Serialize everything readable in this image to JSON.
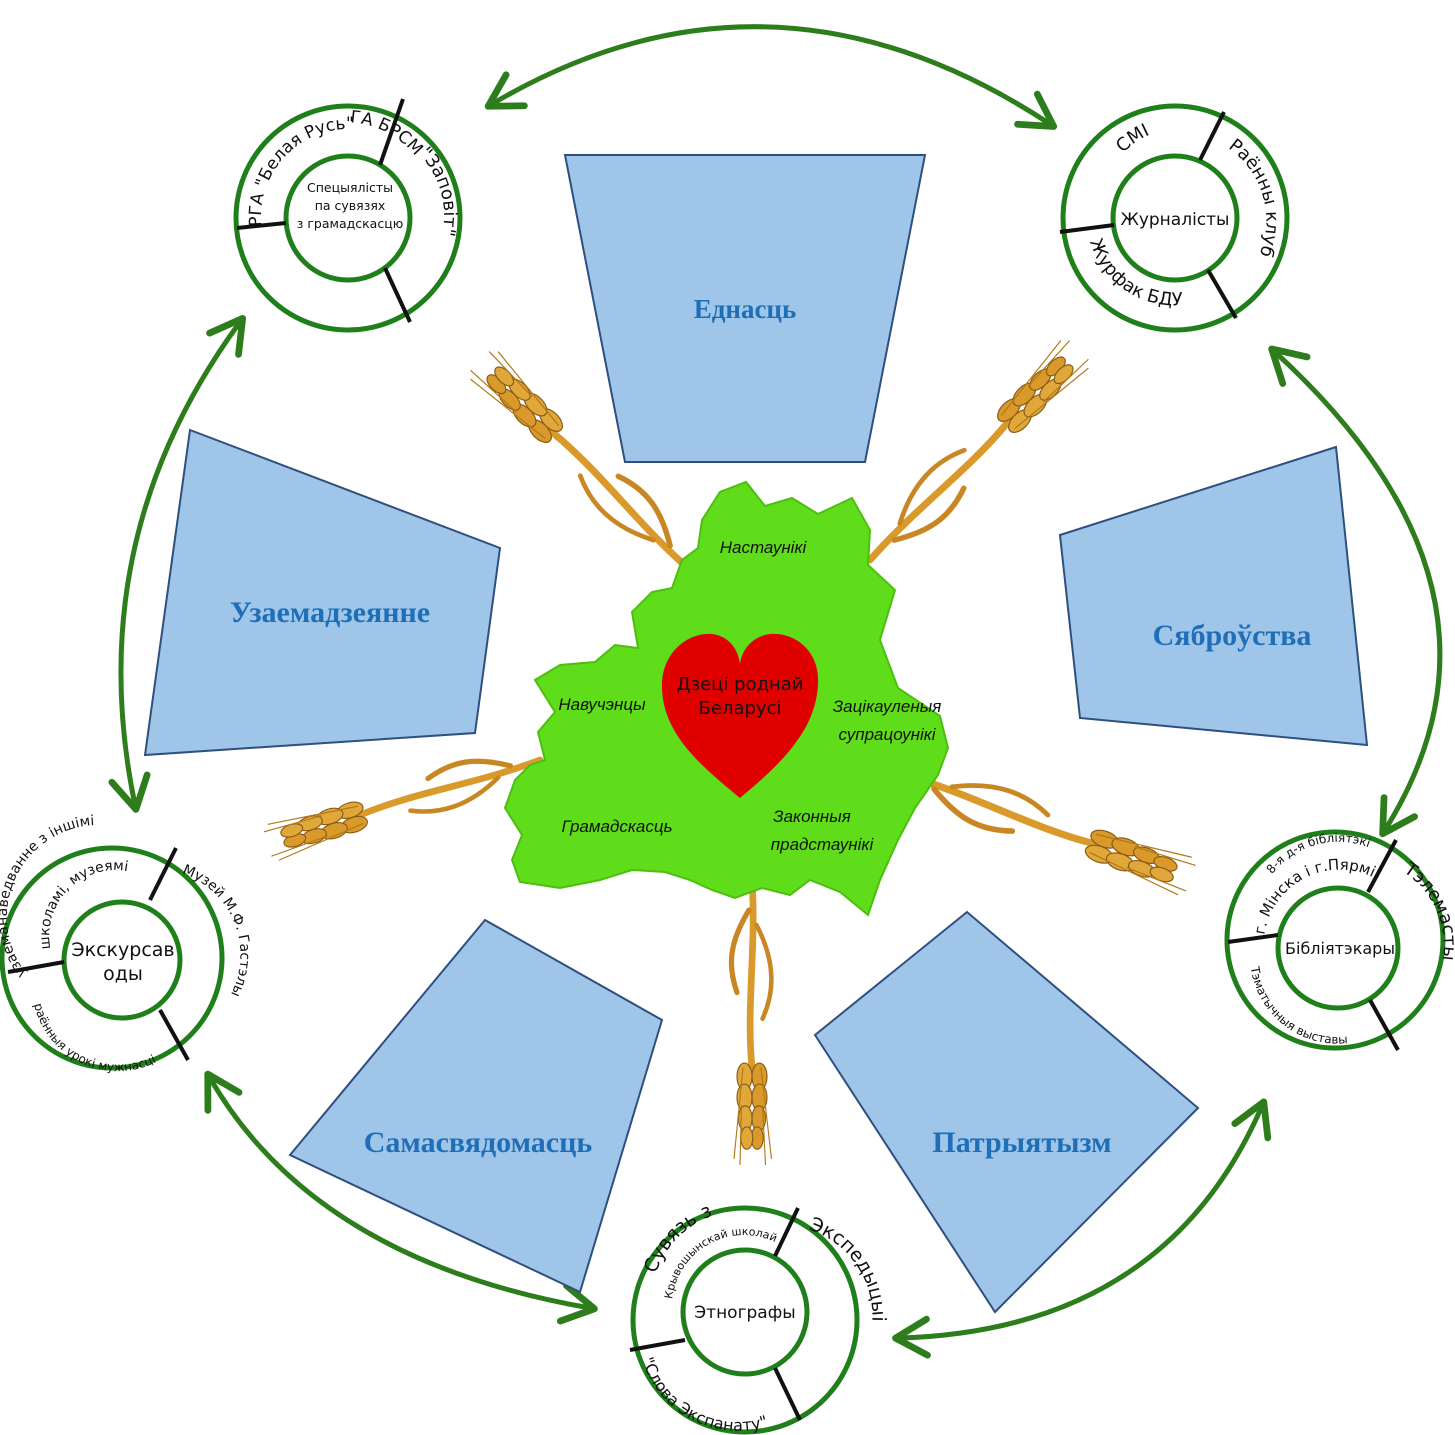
{
  "colors": {
    "arrow": "#2e7d1c",
    "circle_border": "#1f7f1a",
    "ring_divider": "#111111",
    "panel_fill": "#9fc5e8",
    "panel_stroke": "#2f4f7f",
    "panel_text": "#1f6fb8",
    "map_fill": "#5fdc1a",
    "heart_fill": "#e00000",
    "wheat": "#d99a2b"
  },
  "center": {
    "heart_text": [
      "Дзеці роднай",
      "Беларусі"
    ],
    "labels": {
      "teachers": "Настаунікі",
      "students": "Навучэнцы",
      "partners": [
        "Зацікауленыя",
        "супрацоунікі"
      ],
      "community": "Грамадскасць",
      "parents": [
        "Законныя",
        "прадстаунікі"
      ]
    }
  },
  "panels": {
    "unity": "Еднасць",
    "interaction": "Узаемадзеянне",
    "friendship": "Сяброўства",
    "self_awareness": "Самасвядомасць",
    "patriotism": "Патрыятызм"
  },
  "nodes": {
    "specialists": {
      "center_text": [
        "Спецыялісты",
        "па сувязях",
        "з грамадскасцю"
      ],
      "ring": [
        "РГА \"Белая Русь\"",
        "\"Заповіт\"",
        "ГА БРСМ"
      ]
    },
    "journalists": {
      "center_text": [
        "Журналісты"
      ],
      "ring": [
        "СМІ",
        "Раённы клуб",
        "Журфак БДУ"
      ]
    },
    "guides": {
      "center_text": [
        "Экскурсав",
        "оды"
      ],
      "ring": [
        "узаеманаведванне з іншімі",
        "школамі, музеямі",
        "Музей М.Ф. Гастэлы",
        "раённыя урокі мужнасці"
      ]
    },
    "librarians": {
      "center_text": [
        "Бібліятэкары"
      ],
      "ring": [
        "8-я д-я бібліятэкі",
        "г. Мінска і г.Пярмі",
        "Тэлемасты",
        "Тэматычныя выставы"
      ]
    },
    "ethnographers": {
      "center_text": [
        "Этнографы"
      ],
      "ring": [
        "Сувязь з",
        "Крывошынскай школай",
        "Экспедыцыі",
        "\"Слова Экспанату\""
      ]
    }
  }
}
